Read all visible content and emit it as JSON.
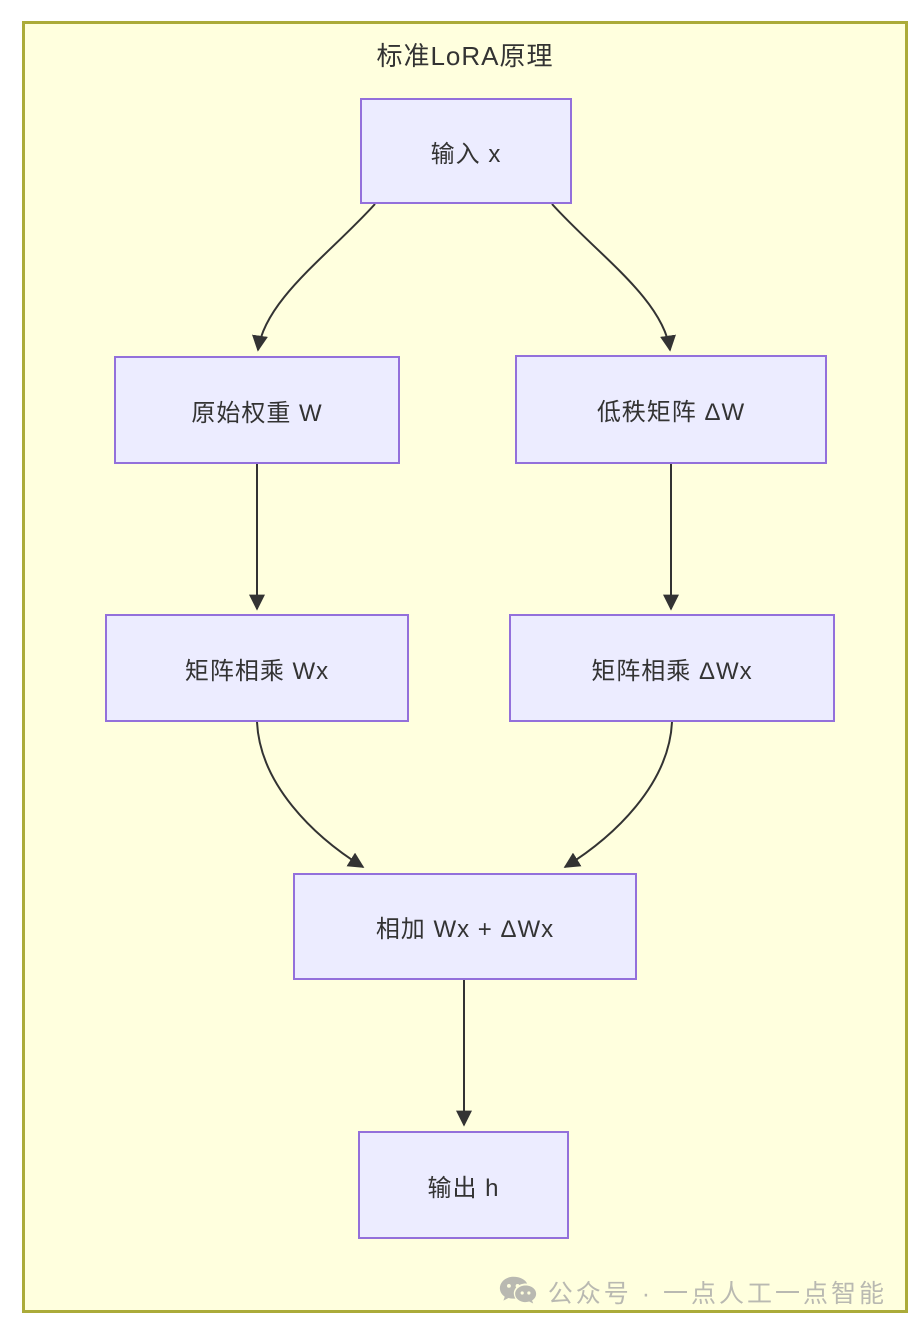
{
  "title": "标准LoRA原理",
  "diagram": {
    "nodes": [
      {
        "id": "input",
        "label": "输入 x"
      },
      {
        "id": "weight",
        "label": "原始权重 W"
      },
      {
        "id": "lowrank",
        "label": "低秩矩阵 ΔW"
      },
      {
        "id": "mult-w",
        "label": "矩阵相乘 Wx"
      },
      {
        "id": "mult-dw",
        "label": "矩阵相乘 ΔWx"
      },
      {
        "id": "add",
        "label": "相加 Wx + ΔWx"
      },
      {
        "id": "output",
        "label": "输出 h"
      }
    ],
    "edges": [
      {
        "from": "input",
        "to": "weight"
      },
      {
        "from": "input",
        "to": "lowrank"
      },
      {
        "from": "weight",
        "to": "mult-w"
      },
      {
        "from": "lowrank",
        "to": "mult-dw"
      },
      {
        "from": "mult-w",
        "to": "add"
      },
      {
        "from": "mult-dw",
        "to": "add"
      },
      {
        "from": "add",
        "to": "output"
      }
    ]
  },
  "watermark": {
    "icon": "wechat-icon",
    "text": "公众号 · 一点人工一点智能"
  },
  "colors": {
    "panel_background": "#ffffde",
    "panel_border": "#abab39",
    "node_fill": "#ececff",
    "node_border": "#9370db",
    "edge": "#333333",
    "text": "#333333",
    "watermark": "#b9b9b1"
  }
}
